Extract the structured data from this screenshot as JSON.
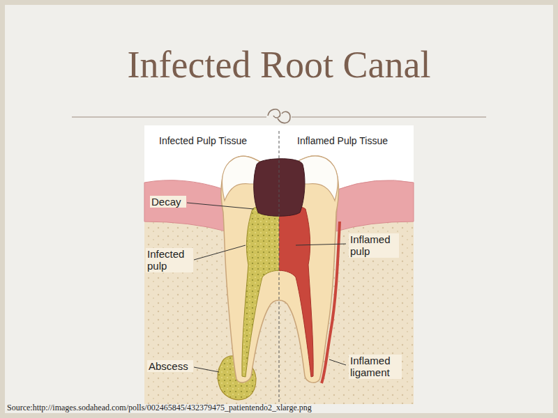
{
  "diagram": {
    "title": "Infected Root Canal",
    "labels": [
      "Infected Pulp Tissue",
      "Inflamed Pulp Tissue",
      "Decay",
      "Infected pulp",
      "Abscess",
      "Inflamed pulp",
      "Inflamed ligament",
      "Source:http://images.sodahead.com/polls/002465845/432379475_patientendo2_xlarge.png"
    ]
  }
}
